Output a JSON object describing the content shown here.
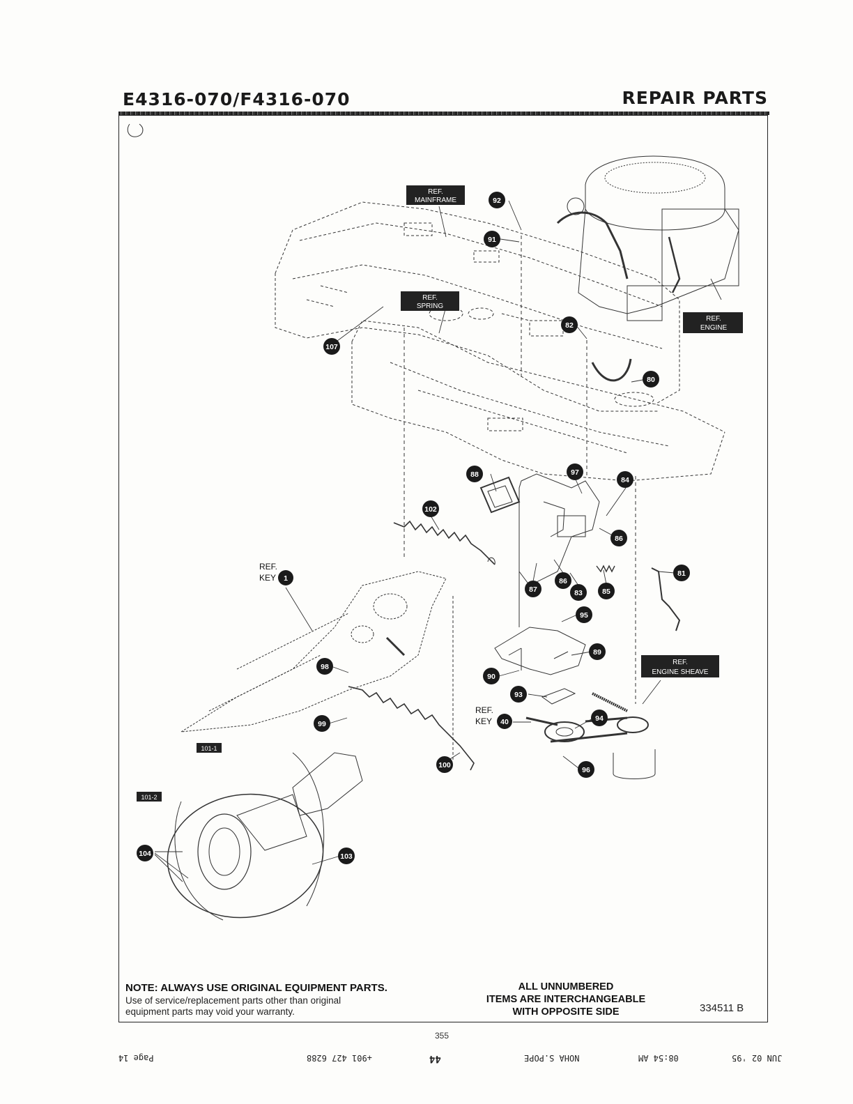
{
  "header": {
    "model": "E4316-070/F4316-070",
    "section": "REPAIR PARTS"
  },
  "refs": {
    "mainframe": [
      "REF.",
      "MAINFRAME"
    ],
    "spring": [
      "REF.",
      "SPRING"
    ],
    "engine": [
      "REF.",
      "ENGINE"
    ],
    "sheave": [
      "REF.",
      "ENGINE SHEAVE"
    ],
    "key1": [
      "REF.",
      "KEY"
    ],
    "key1_num": "1",
    "key40": [
      "REF.",
      "KEY"
    ],
    "key40_num": "40"
  },
  "callouts": [
    "92",
    "91",
    "107",
    "82",
    "80",
    "88",
    "97",
    "84",
    "102",
    "86",
    "87",
    "86",
    "83",
    "85",
    "81",
    "95",
    "89",
    "90",
    "93",
    "94",
    "96",
    "98",
    "99",
    "100",
    "104",
    "103"
  ],
  "box_tags": [
    "101-1",
    "101-2"
  ],
  "notes": {
    "bold": "NOTE: ALWAYS USE ORIGINAL EQUIPMENT PARTS.",
    "line1": "Use of service/replacement parts other than original",
    "line2": "equipment parts may void your warranty.",
    "center1": "ALL UNNUMBERED",
    "center2": "ITEMS ARE INTERCHANGEABLE",
    "center3": "WITH OPPOSITE SIDE",
    "docnum": "334511 B"
  },
  "footer": {
    "mark": "355",
    "fax_page": "Page 14",
    "fax_phone": "+901 427 6288",
    "fax_id": "NOHA S.POPE",
    "fax_time": "08:54 AM",
    "fax_date": "JUN 02 '95",
    "fax_code": "44"
  }
}
